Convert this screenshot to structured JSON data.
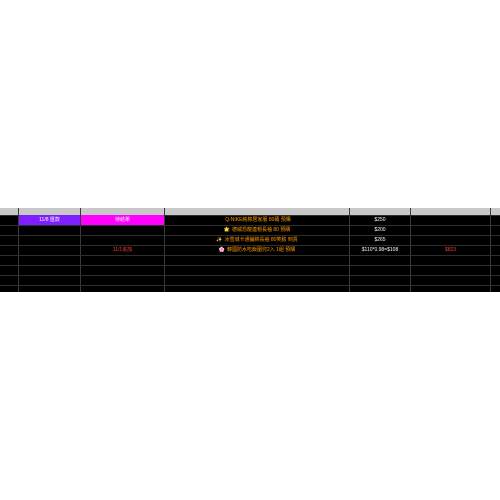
{
  "rows": [
    {
      "col1": "11/8 匯款",
      "col2": "待結單",
      "col3": "Q-NIKE純棉居家服 80碼 預購",
      "col3_icon": "",
      "col4": "$250",
      "col5": ""
    },
    {
      "col1": "",
      "col2": "",
      "col3": "德絨恐龍連帽長袖 80 預購",
      "col3_icon": "🌟",
      "col4": "$200",
      "col5": ""
    },
    {
      "col1": "",
      "col2": "",
      "col3": "冰雪城卡通鋪棉長袖 80笑臉 到貨",
      "col3_icon": "✨",
      "col4": "$265",
      "col5": ""
    },
    {
      "col1": "",
      "col2": "11/1追加",
      "col3": "韓國防水吃飯圍兜2入 1組 預購",
      "col3_icon": "🌸",
      "col4": "$110*0.98=$108",
      "col5": "$823"
    }
  ],
  "colors": {
    "status_purple": "#7e1fff",
    "status_magenta": "#ff00ff",
    "item_text": "#ff9900",
    "total_text": "#ff3b3b"
  }
}
